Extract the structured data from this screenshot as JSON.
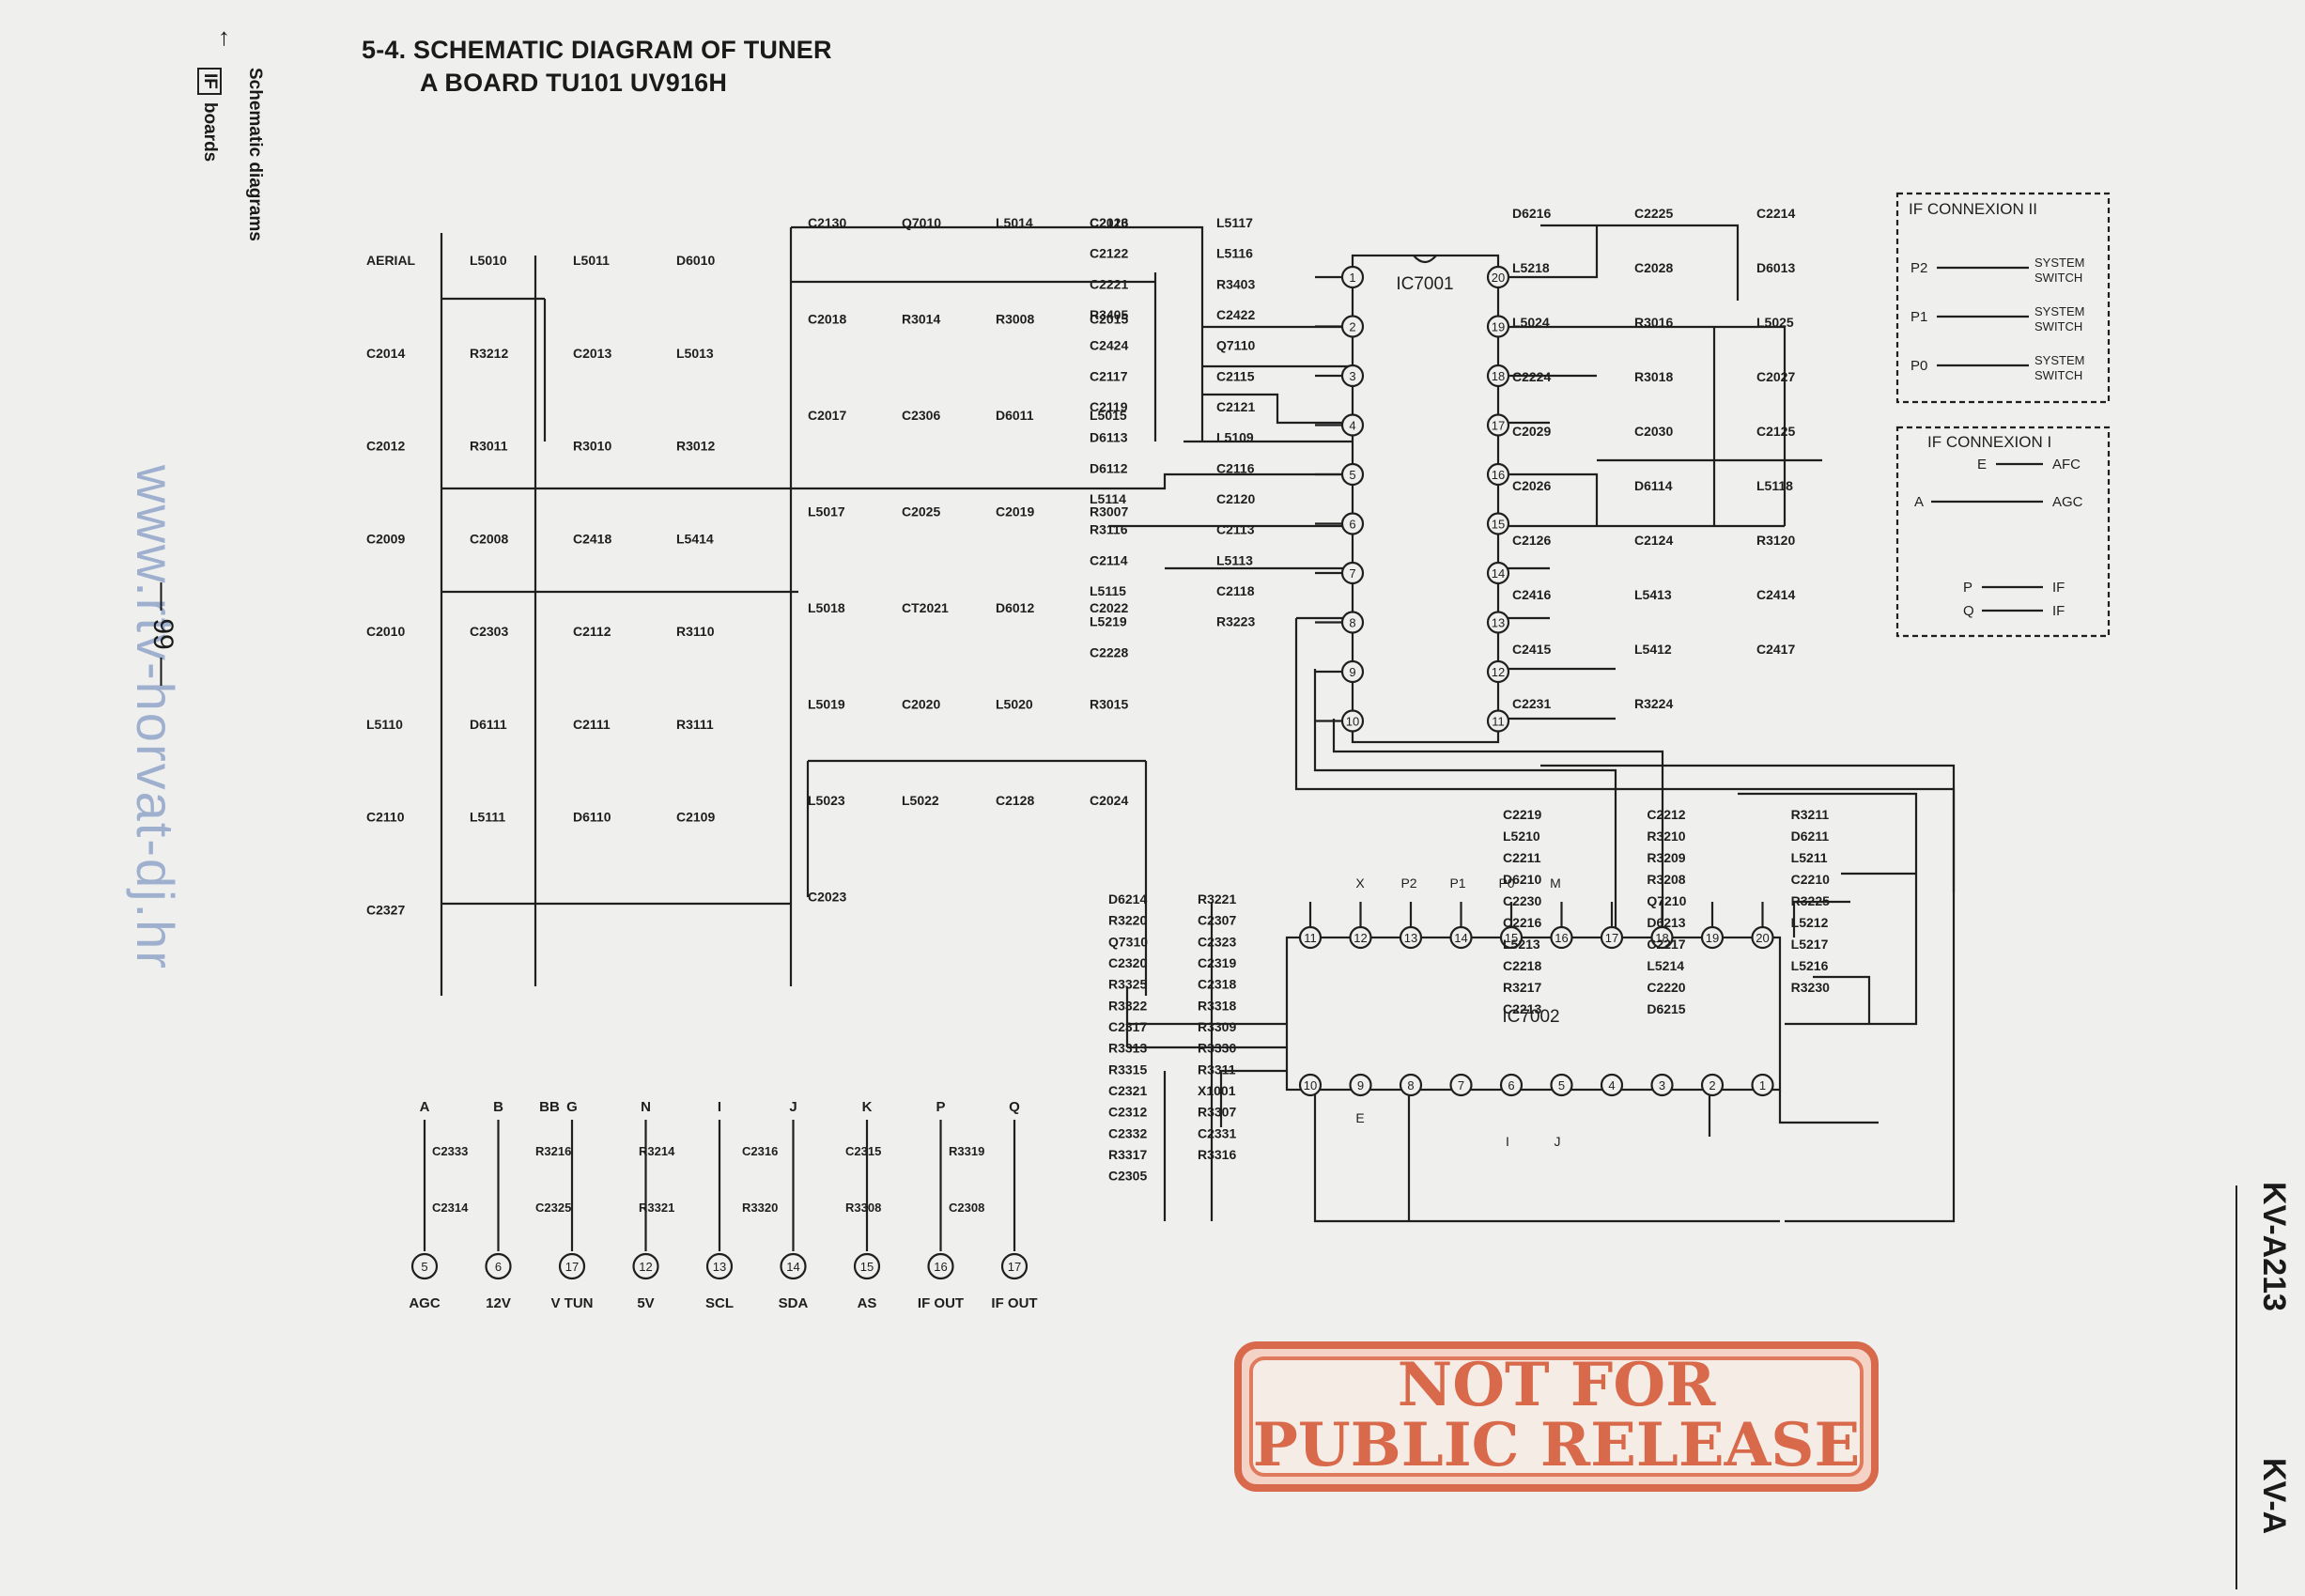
{
  "title": {
    "line1": "5-4. SCHEMATIC DIAGRAM OF TUNER",
    "line2": "A BOARD TU101 UV916H"
  },
  "side": {
    "section": "Schematic diagrams",
    "if_label": "IF",
    "boards": "boards",
    "page_number": "— 99 —",
    "watermark": "www.rtv-horvat-dj.hr"
  },
  "model": {
    "left": "KV-A213",
    "right": "KV-A"
  },
  "stamp": {
    "line1": "NOT FOR",
    "line2": "PUBLIC RELEASE"
  },
  "schematic": {
    "ics": [
      {
        "name": "IC7001"
      },
      {
        "name": "IC7002"
      }
    ],
    "ic7001_left_pins": [
      "1",
      "2",
      "3",
      "4",
      "5",
      "6",
      "7",
      "8",
      "9",
      "10"
    ],
    "ic7001_right_pins": [
      "20",
      "19",
      "18",
      "17",
      "16",
      "15",
      "14",
      "13",
      "12",
      "11"
    ],
    "ic7002_top_pins": [
      "11",
      "12",
      "13",
      "14",
      "15",
      "16",
      "17",
      "18",
      "19",
      "20"
    ],
    "ic7002_bottom_pins": [
      "10",
      "9",
      "8",
      "7",
      "6",
      "5",
      "4",
      "3",
      "2",
      "1"
    ],
    "ic7002_top_signals": [
      "X",
      "P2",
      "P1",
      "P0",
      "M"
    ],
    "ic7002_bottom_signals": [
      "E",
      "I",
      "J"
    ],
    "labels": [
      "AERIAL",
      "L5010",
      "L5011",
      "D6010",
      "C2014",
      "R3212",
      "C2013",
      "L5013",
      "C2012",
      "R3011",
      "R3010",
      "R3012",
      "C2009",
      "C2008",
      "C2418",
      "L5414",
      "C2010",
      "C2303",
      "C2112",
      "R3110",
      "L5110",
      "D6111",
      "C2111",
      "R3111",
      "C2110",
      "L5111",
      "D6110",
      "C2109",
      "C2327",
      "C2130",
      "Q7010",
      "L5014",
      "C2016",
      "C2018",
      "R3014",
      "R3008",
      "C2015",
      "C2017",
      "C2306",
      "D6011",
      "L5015",
      "L5017",
      "C2025",
      "C2019",
      "R3007",
      "L5018",
      "CT2021",
      "D6012",
      "C2022",
      "L5019",
      "C2020",
      "L5020",
      "R3015",
      "L5023",
      "L5022",
      "C2128",
      "C2024",
      "C2023",
      "C2123",
      "L5117",
      "C2122",
      "L5116",
      "C2221",
      "R3403",
      "R3405",
      "C2422",
      "C2424",
      "Q7110",
      "C2117",
      "C2115",
      "C2119",
      "C2121",
      "D6113",
      "L5109",
      "D6112",
      "C2116",
      "L5114",
      "C2120",
      "R3116",
      "C2113",
      "C2114",
      "L5113",
      "L5115",
      "C2118",
      "L5219",
      "R3223",
      "C2228",
      "D6216",
      "C2225",
      "C2214",
      "L5218",
      "C2028",
      "D6013",
      "L5024",
      "R3016",
      "L5025",
      "C2224",
      "R3018",
      "C2027",
      "C2029",
      "C2030",
      "C2125",
      "C2026",
      "D6114",
      "L5118",
      "C2126",
      "C2124",
      "R3120",
      "C2416",
      "L5413",
      "C2414",
      "C2415",
      "L5412",
      "C2417",
      "C2231",
      "R3224",
      "C2219",
      "C2212",
      "R3211",
      "L5210",
      "R3210",
      "D6211",
      "C2211",
      "R3209",
      "L5211",
      "D6210",
      "R3208",
      "C2210",
      "C2230",
      "Q7210",
      "R3225",
      "C2216",
      "D6213",
      "L5212",
      "L5213",
      "C2217",
      "L5217",
      "C2218",
      "L5214",
      "L5216",
      "R3217",
      "C2220",
      "R3230",
      "C2213",
      "D6215",
      "D6214",
      "R3221",
      "R3220",
      "C2307",
      "Q7310",
      "C2323",
      "C2320",
      "C2319",
      "R3325",
      "C2318",
      "R3322",
      "R3318",
      "C2317",
      "R3309",
      "R3313",
      "R3330",
      "R3315",
      "R3311",
      "C2321",
      "X1001",
      "C2312",
      "R3307",
      "C2332",
      "C2331",
      "R3317",
      "R3316",
      "C2305"
    ],
    "bottom_terminals": [
      {
        "top": "A",
        "pin": "5",
        "label": "AGC"
      },
      {
        "top": "B",
        "pin": "6",
        "label": "12V"
      },
      {
        "top": "G",
        "pin": "17",
        "label": "V TUN"
      },
      {
        "top": "N",
        "pin": "12",
        "label": "5V"
      },
      {
        "top": "I",
        "pin": "13",
        "label": "SCL"
      },
      {
        "top": "J",
        "pin": "14",
        "label": "SDA"
      },
      {
        "top": "K",
        "pin": "15",
        "label": "AS"
      },
      {
        "top": "P",
        "pin": "16",
        "label": "IF OUT"
      },
      {
        "top": "Q",
        "pin": "17",
        "label": "IF OUT"
      }
    ],
    "bottom_parts": [
      "C2333",
      "R3216",
      "R3214",
      "C2316",
      "C2315",
      "R3319",
      "C2314",
      "C2325",
      "R3321",
      "R3320",
      "R3308",
      "C2308"
    ],
    "bottom_extra_top": "BB",
    "if_connexion_2": {
      "title": "IF CONNEXION II",
      "rows": [
        {
          "pin": "P2",
          "label": "SYSTEM SWITCH"
        },
        {
          "pin": "P1",
          "label": "SYSTEM SWITCH"
        },
        {
          "pin": "P0",
          "label": "SYSTEM SWITCH"
        }
      ]
    },
    "if_connexion_1": {
      "title": "IF CONNEXION I",
      "rows": [
        {
          "from": "E",
          "to": "AFC"
        },
        {
          "from": "A",
          "to": "AGC"
        },
        {
          "from": "P",
          "to": "IF"
        },
        {
          "from": "Q",
          "to": "IF"
        }
      ]
    }
  }
}
